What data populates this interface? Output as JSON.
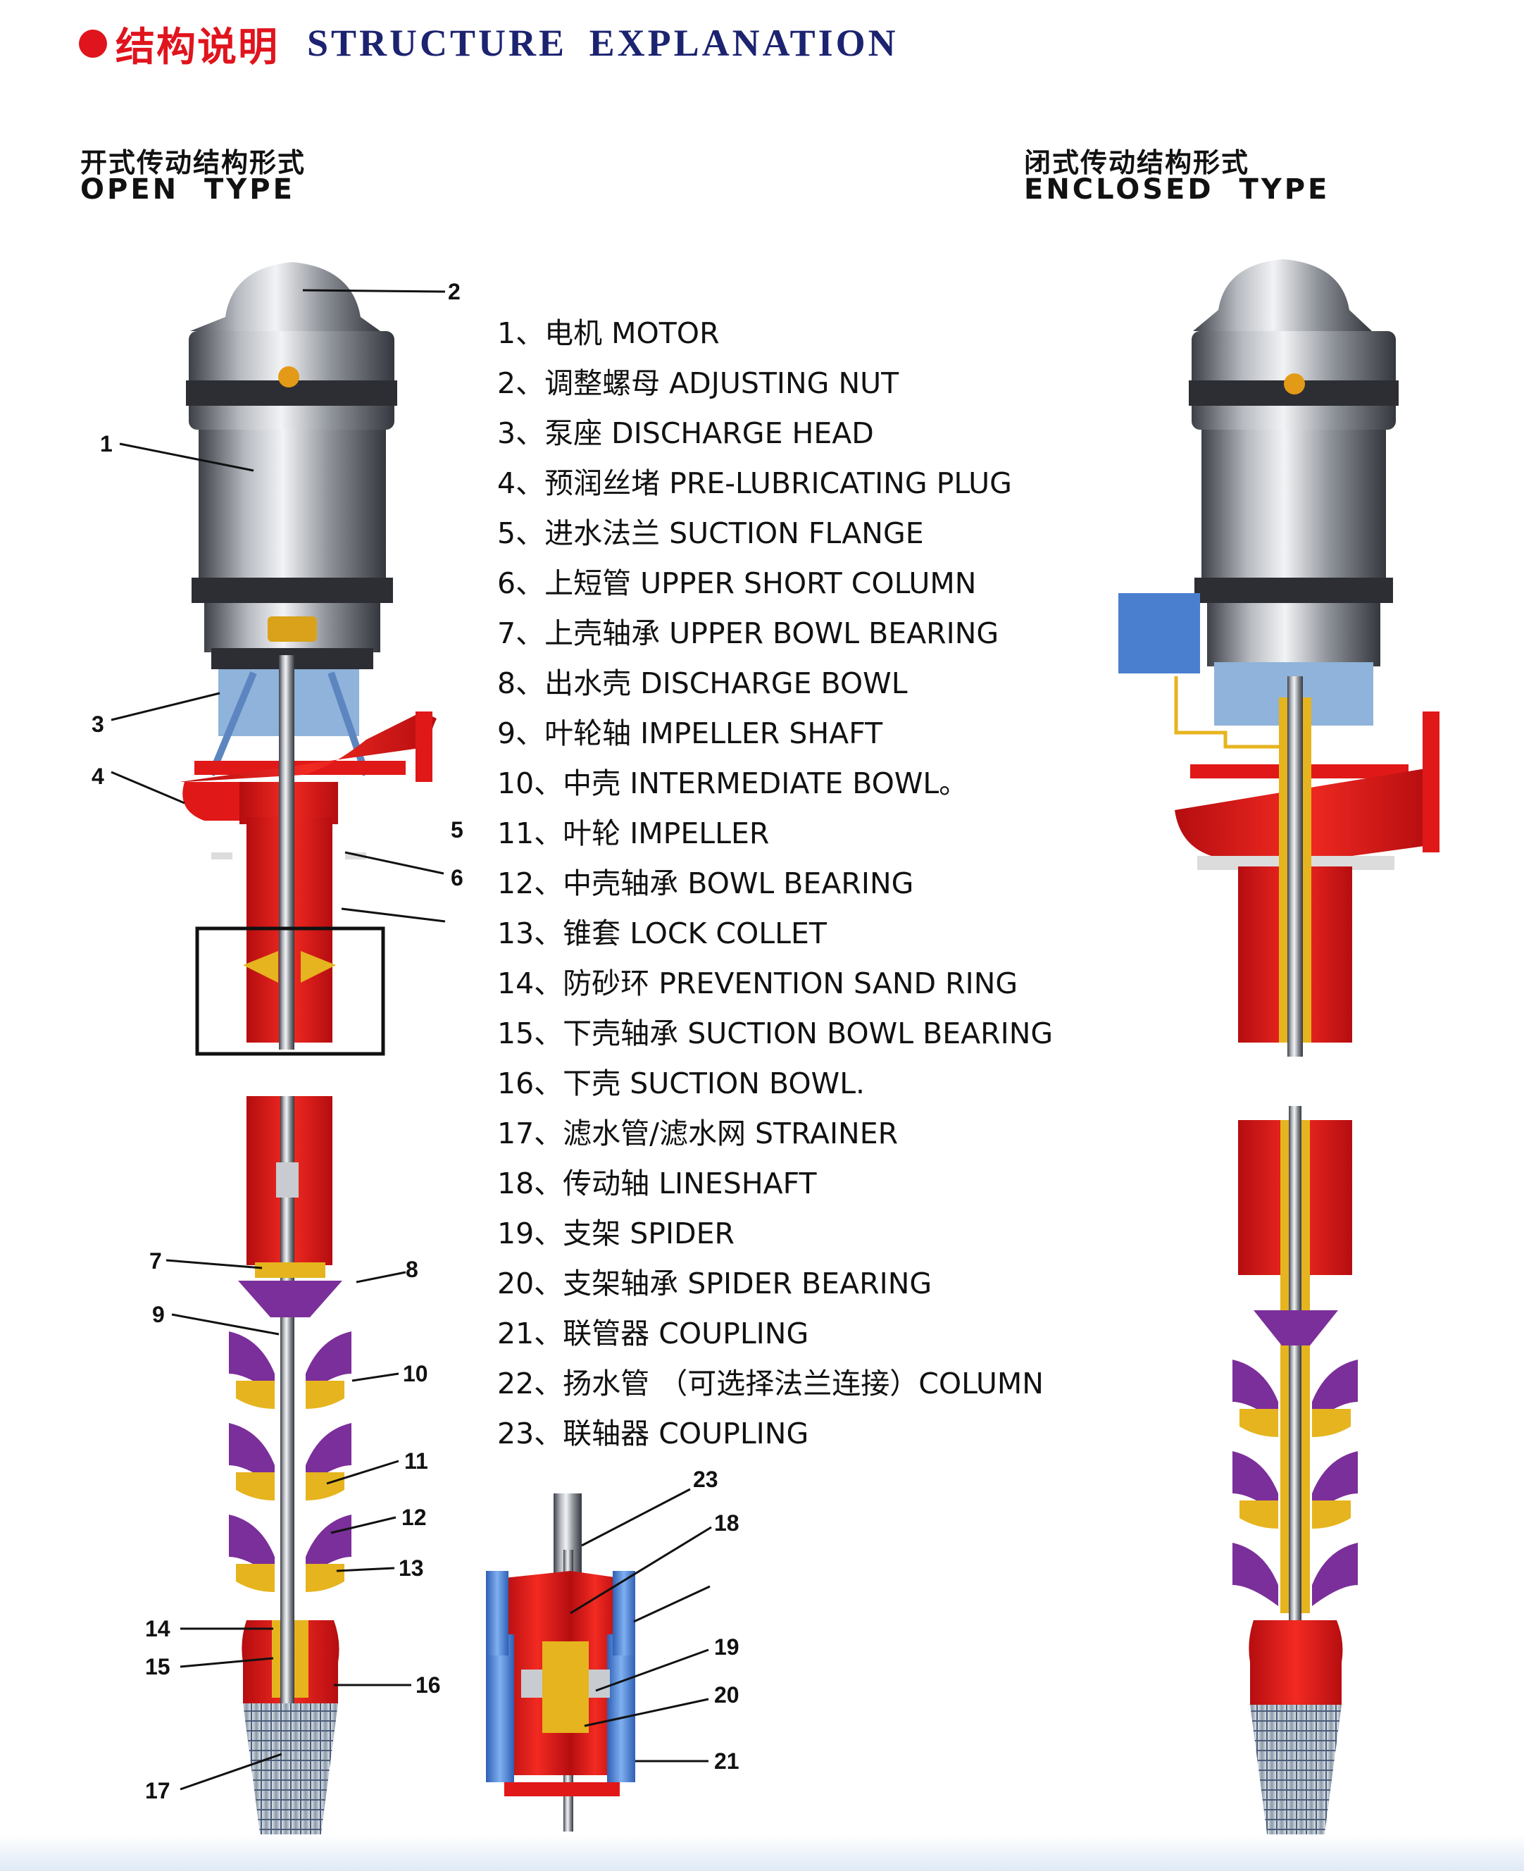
{
  "header": {
    "title_cn": "结构说明",
    "title_en": "STRUCTURE EXPLANATION"
  },
  "open_type": {
    "label_cn": "开式传动结构形式",
    "label_en": "OPEN TYPE"
  },
  "enclosed_type": {
    "label_cn": "闭式传动结构形式",
    "label_en": "ENCLOSED TYPE"
  },
  "legend": [
    "1、电机 MOTOR",
    "2、调整螺母 ADJUSTING NUT",
    "3、泵座 DISCHARGE HEAD",
    "4、预润丝堵 PRE-LUBRICATING PLUG",
    "5、进水法兰 SUCTION FLANGE",
    "6、上短管 UPPER SHORT COLUMN",
    "7、上壳轴承 UPPER BOWL BEARING",
    "8、出水壳 DISCHARGE BOWL",
    "9、叶轮轴 IMPELLER SHAFT",
    "10、中壳 INTERMEDIATE BOWL。",
    "11、叶轮 IMPELLER",
    "12、中壳轴承 BOWL BEARING",
    "13、锥套 LOCK COLLET",
    "14、防砂环 PREVENTION SAND RING",
    "15、下壳轴承 SUCTION BOWL BEARING",
    "16、下壳 SUCTION BOWL.",
    "17、滤水管/滤水网 STRAINER",
    "18、传动轴 LINESHAFT",
    "19、支架 SPIDER",
    "20、支架轴承 SPIDER BEARING",
    "21、联管器 COUPLING",
    "22、扬水管 （可选择法兰连接）COLUMN",
    "23、联轴器 COUPLING"
  ],
  "callouts": [
    "1",
    "2",
    "3",
    "4",
    "5",
    "6",
    "7",
    "8",
    "9",
    "10",
    "11",
    "12",
    "13",
    "14",
    "15",
    "16",
    "17",
    "18",
    "19",
    "20",
    "21",
    "23"
  ],
  "colors": {
    "title_red": "#e0141d",
    "title_navy": "#1c2370",
    "pipe_red": "#e01818",
    "bowl_purple": "#7b2f9a",
    "brass": "#e6b41e",
    "steel": "#9a9ea4",
    "blue": "#4a7fd0"
  }
}
